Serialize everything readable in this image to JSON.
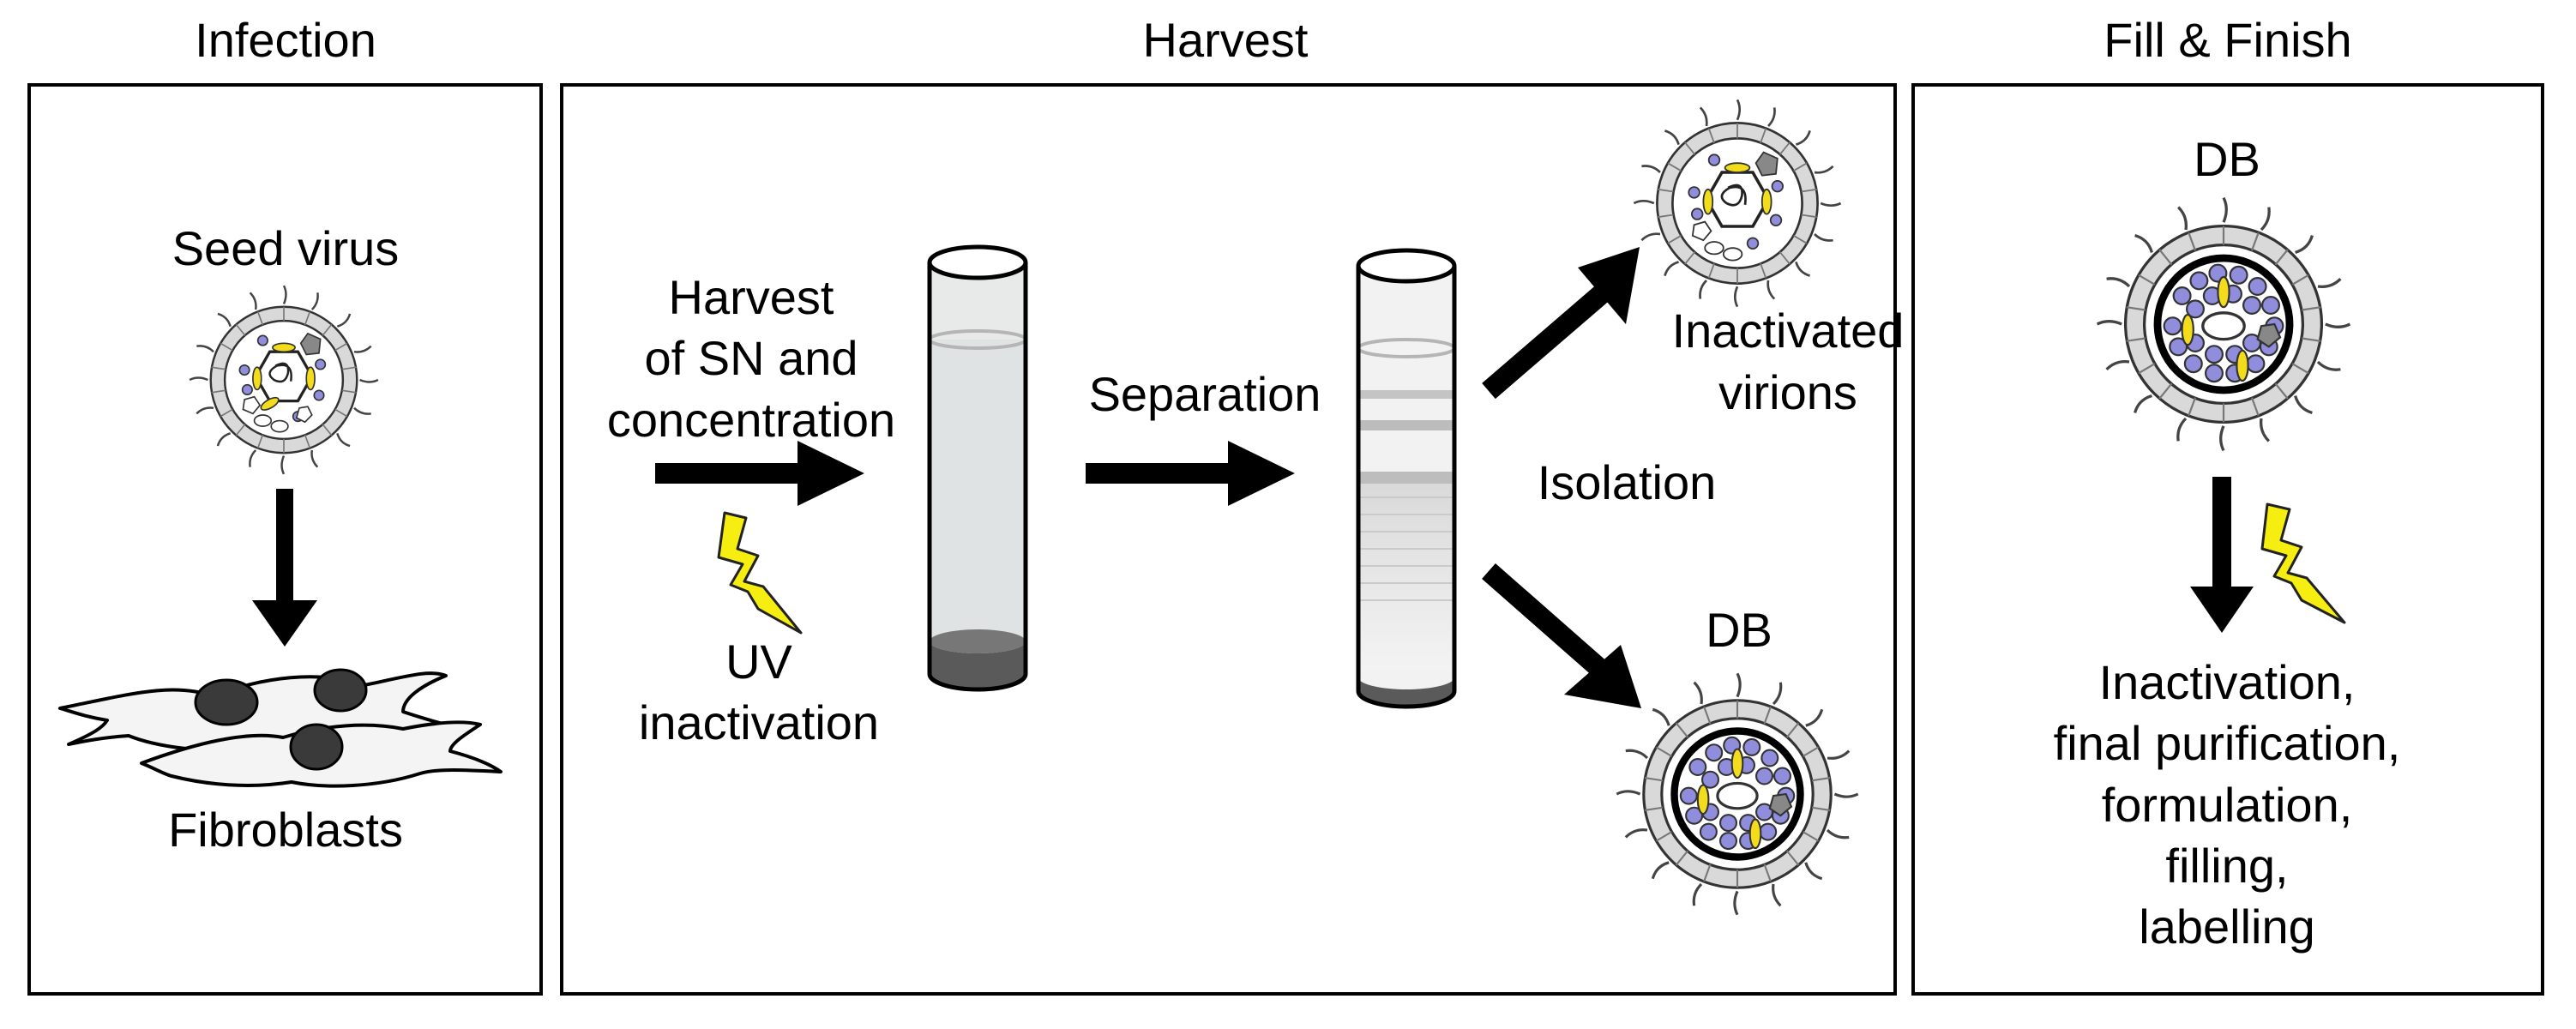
{
  "panels": {
    "infection": {
      "title": "Infection",
      "seed_label": "Seed virus",
      "cells_label": "Fibroblasts"
    },
    "harvest": {
      "title": "Harvest",
      "harvest_label": [
        "Harvest",
        "of SN and",
        "concentration"
      ],
      "uv_label": [
        "UV",
        "inactivation"
      ],
      "separation_label": "Separation",
      "isolation_label": "Isolation",
      "virions_label": [
        "Inactivated",
        "virions"
      ],
      "db_label": "DB"
    },
    "fill_finish": {
      "title": "Fill & Finish",
      "db_label": "DB",
      "steps": [
        "Inactivation,",
        "final purification,",
        "formulation,",
        "filling,",
        "labelling"
      ]
    }
  },
  "colors": {
    "protein": "#8f8ddc",
    "glycoprotein": "#f2dc1c",
    "lightning": "#f6ee10",
    "membrane": "#cfcfcf"
  }
}
